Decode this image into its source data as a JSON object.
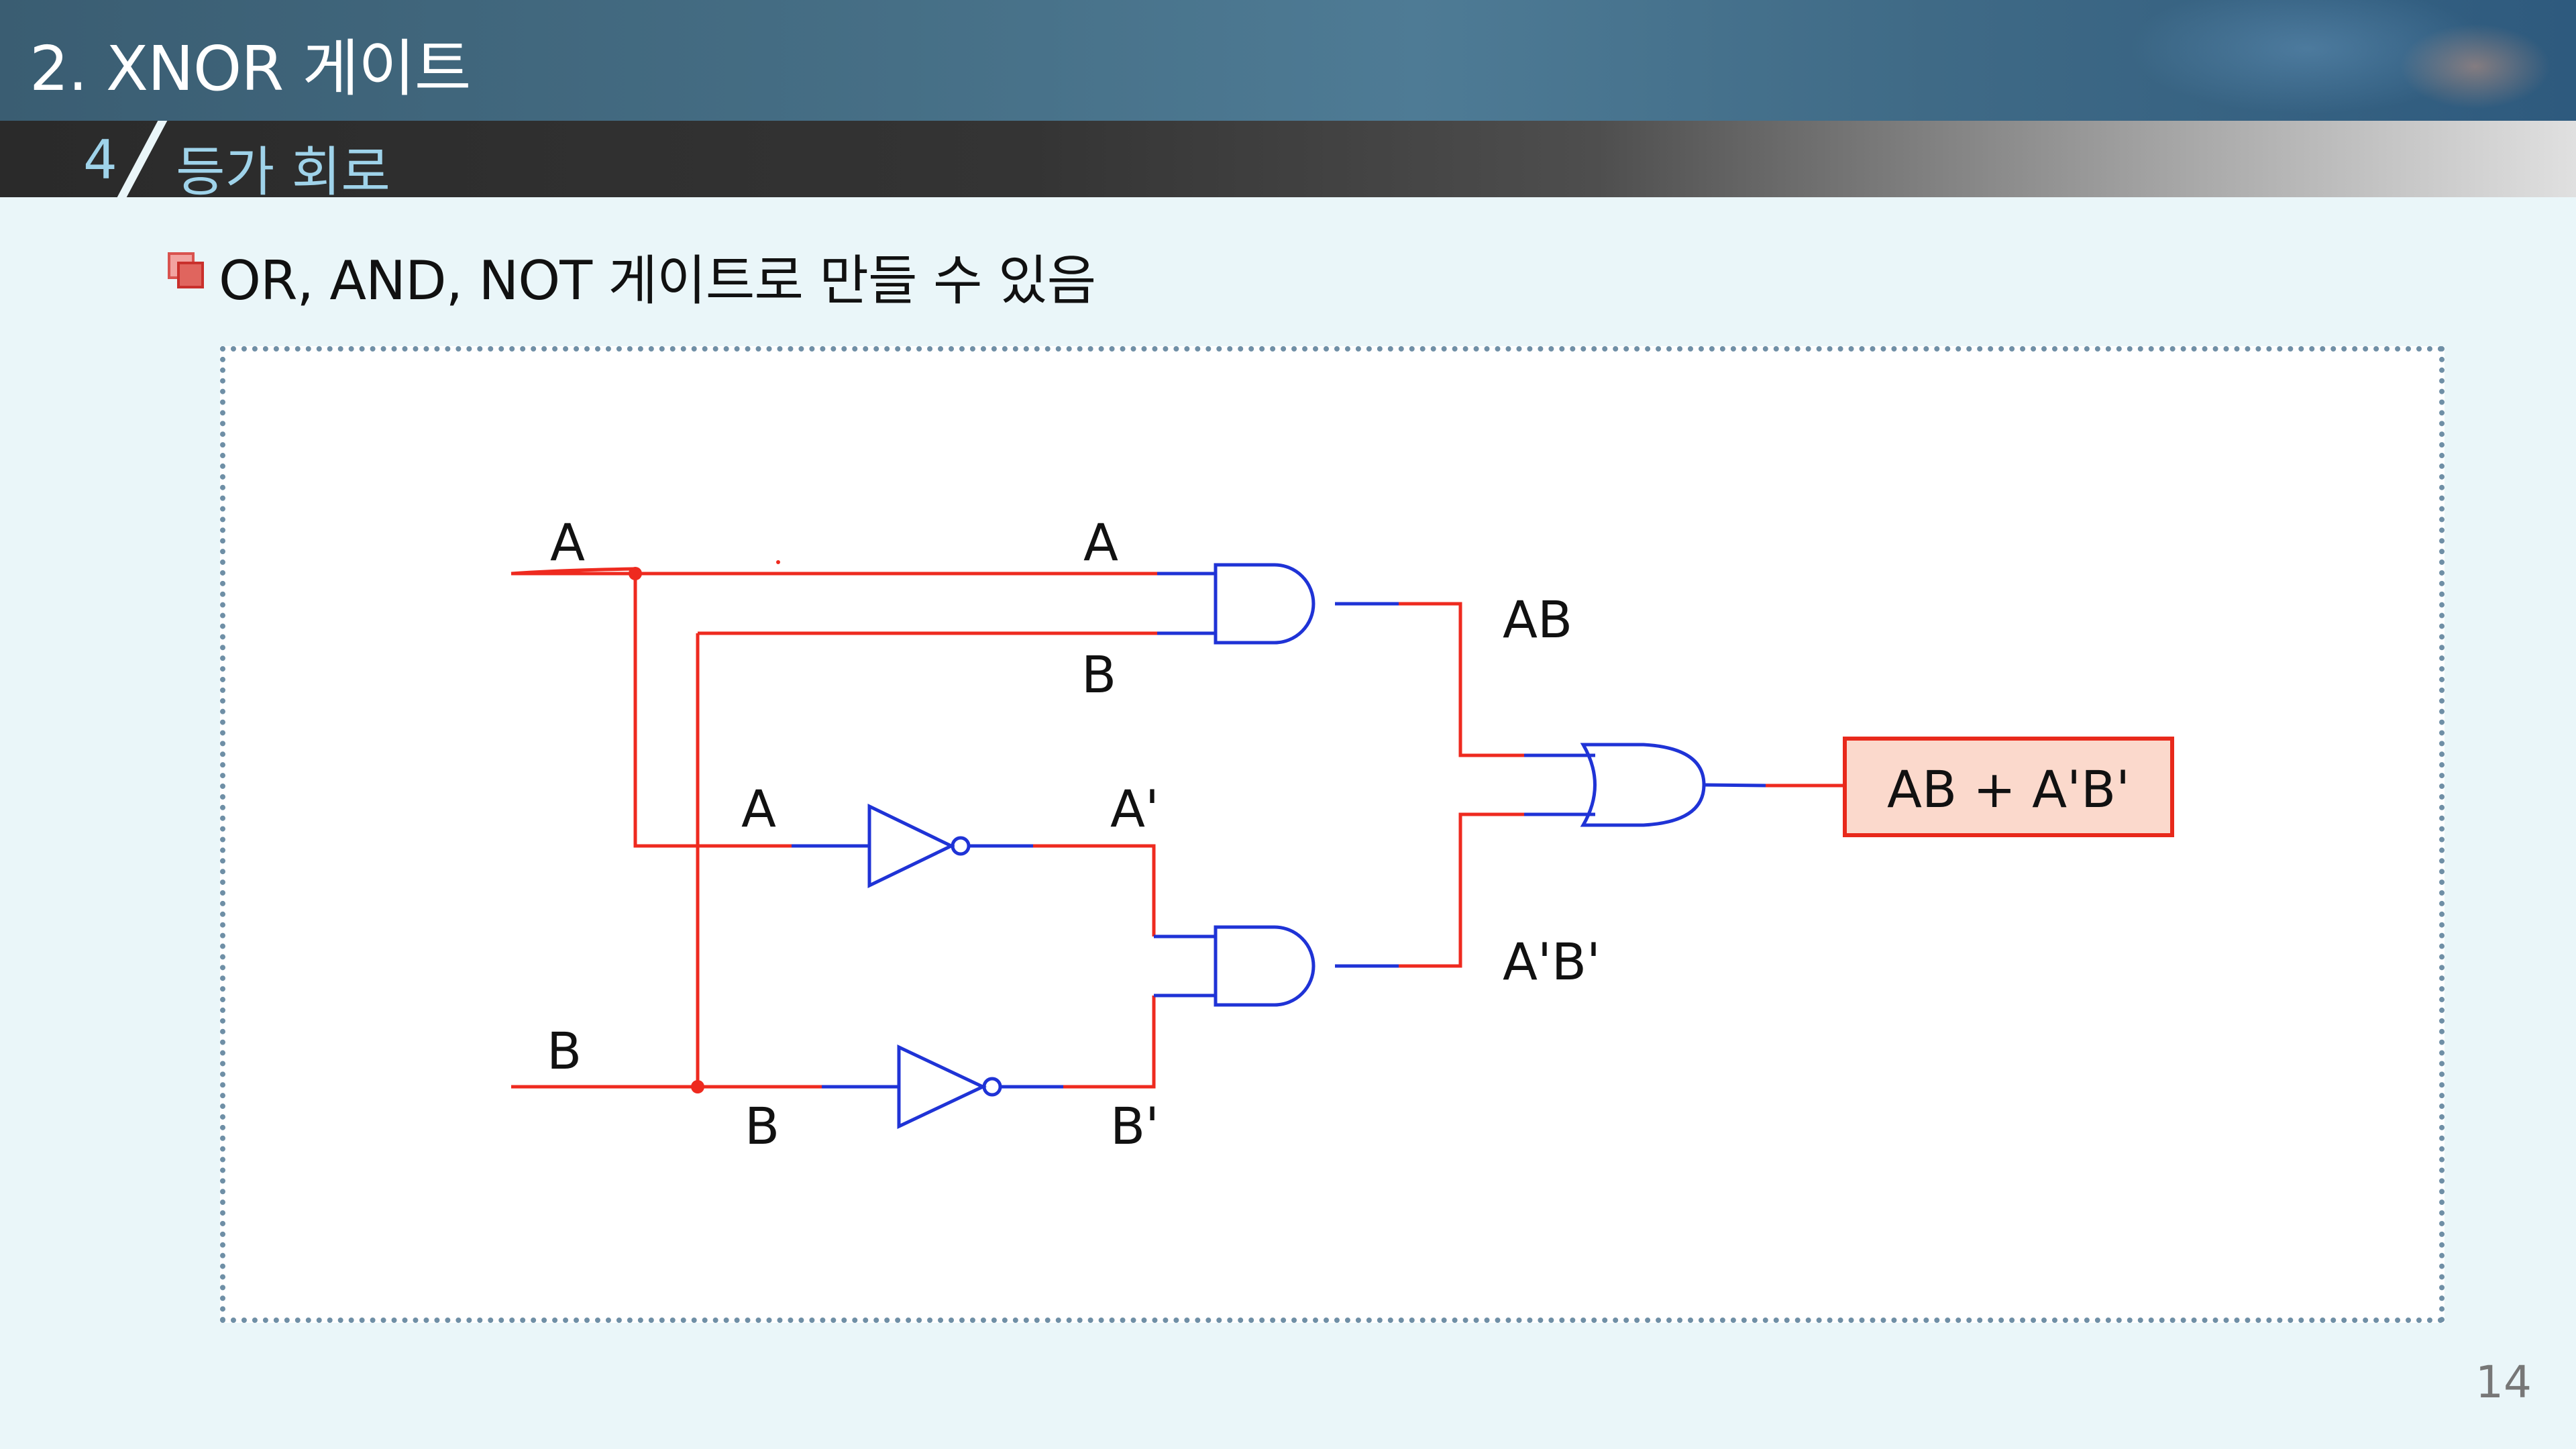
{
  "header": {
    "title": "2. XNOR 게이트",
    "section_number": "4",
    "section_title": "등가 회로"
  },
  "content": {
    "bullet_text": "OR, AND, NOT 게이트로 만들 수 있음"
  },
  "diagram": {
    "labels": {
      "input_a": "A",
      "input_b": "B",
      "and1_in_a": "A",
      "and1_in_b": "B",
      "not_a_in": "A",
      "not_a_out": "A'",
      "not_b_in": "B",
      "not_b_out": "B'",
      "and1_out": "AB",
      "and2_out": "A'B'",
      "result": "AB + A'B'"
    },
    "colors": {
      "wire": "#ee2a1f",
      "gate": "#1f33d6",
      "result_fill": "#fbd9cc",
      "result_border": "#e8291b"
    },
    "gate_types": [
      "AND",
      "AND",
      "NOT",
      "NOT",
      "OR"
    ]
  },
  "footer": {
    "page_number": "14"
  }
}
